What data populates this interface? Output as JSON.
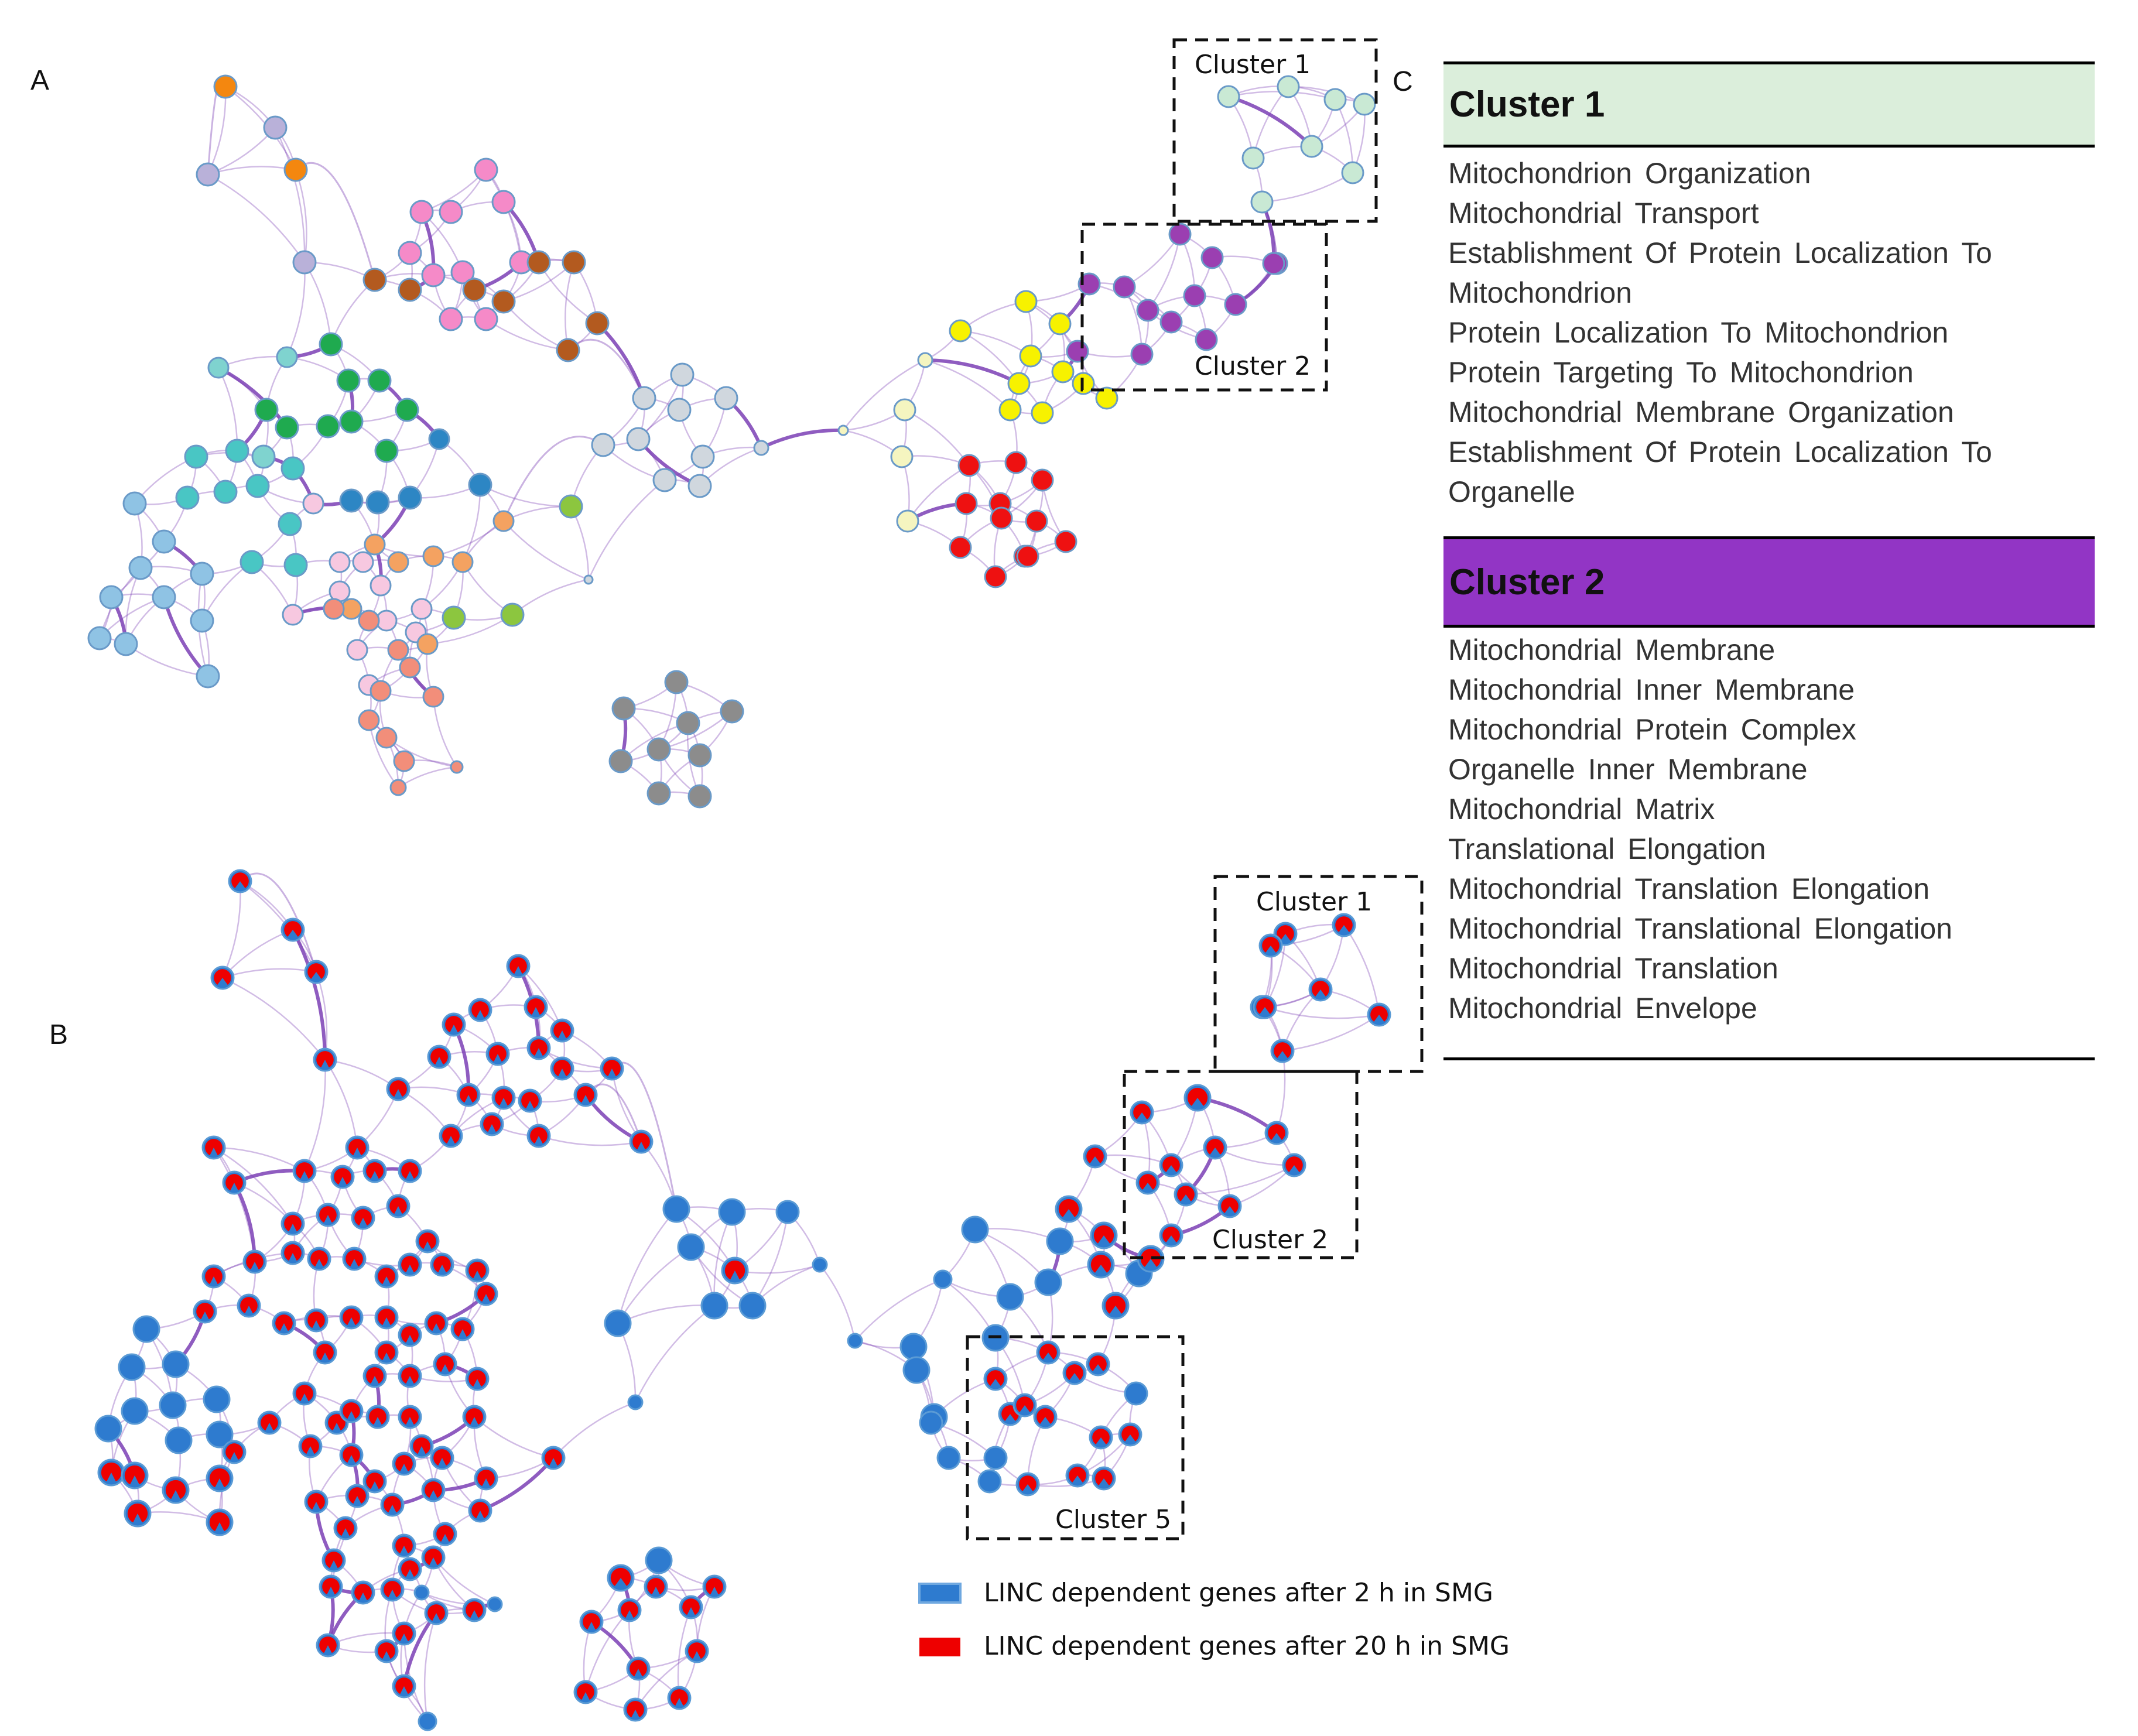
{
  "panel_labels": {
    "a": "A",
    "b": "B",
    "c": "C"
  },
  "cluster_box_labels": {
    "a_cluster1": "Cluster 1",
    "a_cluster2": "Cluster 2",
    "b_cluster1": "Cluster 1",
    "b_cluster2": "Cluster 2",
    "b_cluster5": "Cluster 5"
  },
  "table": {
    "cluster1": {
      "title": "Cluster 1",
      "color": "#dbeedb",
      "terms": [
        "Mitochondrion Organization",
        "Mitochondrial Transport",
        "Establishment Of Protein Localization To Mitochondrion",
        "Protein Localization To Mitochondrion",
        "Protein Targeting To Mitochondrion",
        "Mitochondrial Membrane Organization",
        "Establishment Of Protein Localization To Organelle"
      ]
    },
    "cluster2": {
      "title": "Cluster 2",
      "color": "#9235c5",
      "terms": [
        "Mitochondrial Membrane",
        "Mitochondrial Inner Membrane",
        "Mitochondrial Protein Complex",
        "Organelle Inner Membrane",
        "Mitochondrial Matrix",
        "Translational Elongation",
        "Mitochondrial Translation Elongation",
        "Mitochondrial Translational Elongation",
        "Mitochondrial Translation",
        "Mitochondrial Envelope"
      ]
    }
  },
  "legend": [
    {
      "label": "LINC dependent genes after 2 h in SMG",
      "color": "#2e7bcf"
    },
    {
      "label": "LINC dependent genes after 20 h in SMG",
      "color": "#ee0000"
    }
  ],
  "colors": {
    "edge": "#7b3fb5",
    "cluster_palette_a": [
      "#f4870f",
      "#b9b1d9",
      "#f58ac8",
      "#b35a1f",
      "#1faa4f",
      "#2d86c4",
      "#7fd3cf",
      "#49c6c4",
      "#8fc3e4",
      "#f7c8e0",
      "#f4a261",
      "#f28e7a",
      "#8cc63f",
      "#d0d7de",
      "#8c8c8c",
      "#c9e9d4",
      "#9b3fb1",
      "#f7f200",
      "#f5f5c0",
      "#ee1111"
    ],
    "node_2h": "#2e7bcf",
    "node_20h": "#ee0000"
  }
}
